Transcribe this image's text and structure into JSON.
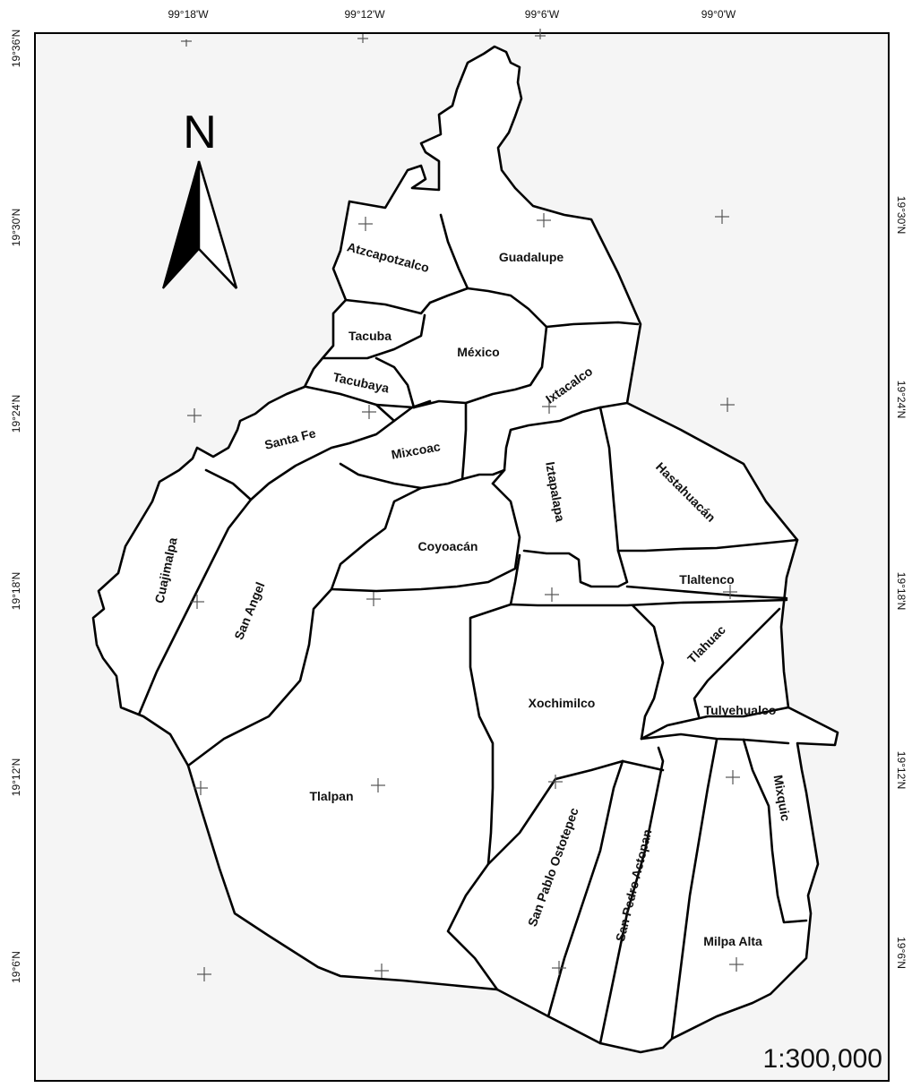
{
  "longitude_labels": [
    "99°18'W",
    "99°12'W",
    "99°6'W",
    "99°0'W"
  ],
  "latitude_labels": [
    "19°36'N",
    "19°30'N",
    "19°24'N",
    "19°18'N",
    "19°12'N",
    "19°6'N"
  ],
  "north_arrow": {
    "label": "N"
  },
  "scale": "1:300,000",
  "districts": {
    "atzcapotzalco": "Atzcapotzalco",
    "guadalupe": "Guadalupe",
    "tacuba": "Tacuba",
    "mexico": "México",
    "tacubaya": "Tacubaya",
    "ixtacalco": "Ixtacalco",
    "santa_fe": "Santa Fe",
    "mixcoac": "Mixcoac",
    "iztapalapa": "Iztapalapa",
    "hastahuacan": "Hastahuacán",
    "coyoacan": "Coyoacán",
    "cuajimalpa": "Cuajimalpa",
    "san_angel": "San Angel",
    "tlaltenco": "Tlaltenco",
    "tlahuac": "Tlahuac",
    "xochimilco": "Xochimilco",
    "tulyehualco": "Tulyehualco",
    "tlalpan": "Tlalpan",
    "mixquic": "Mixquic",
    "san_pablo_ostotepec": "San Pablo Ostotepec",
    "san_pedro_actopan": "San Pedro Actopan",
    "milpa_alta": "Milpa Alta"
  }
}
